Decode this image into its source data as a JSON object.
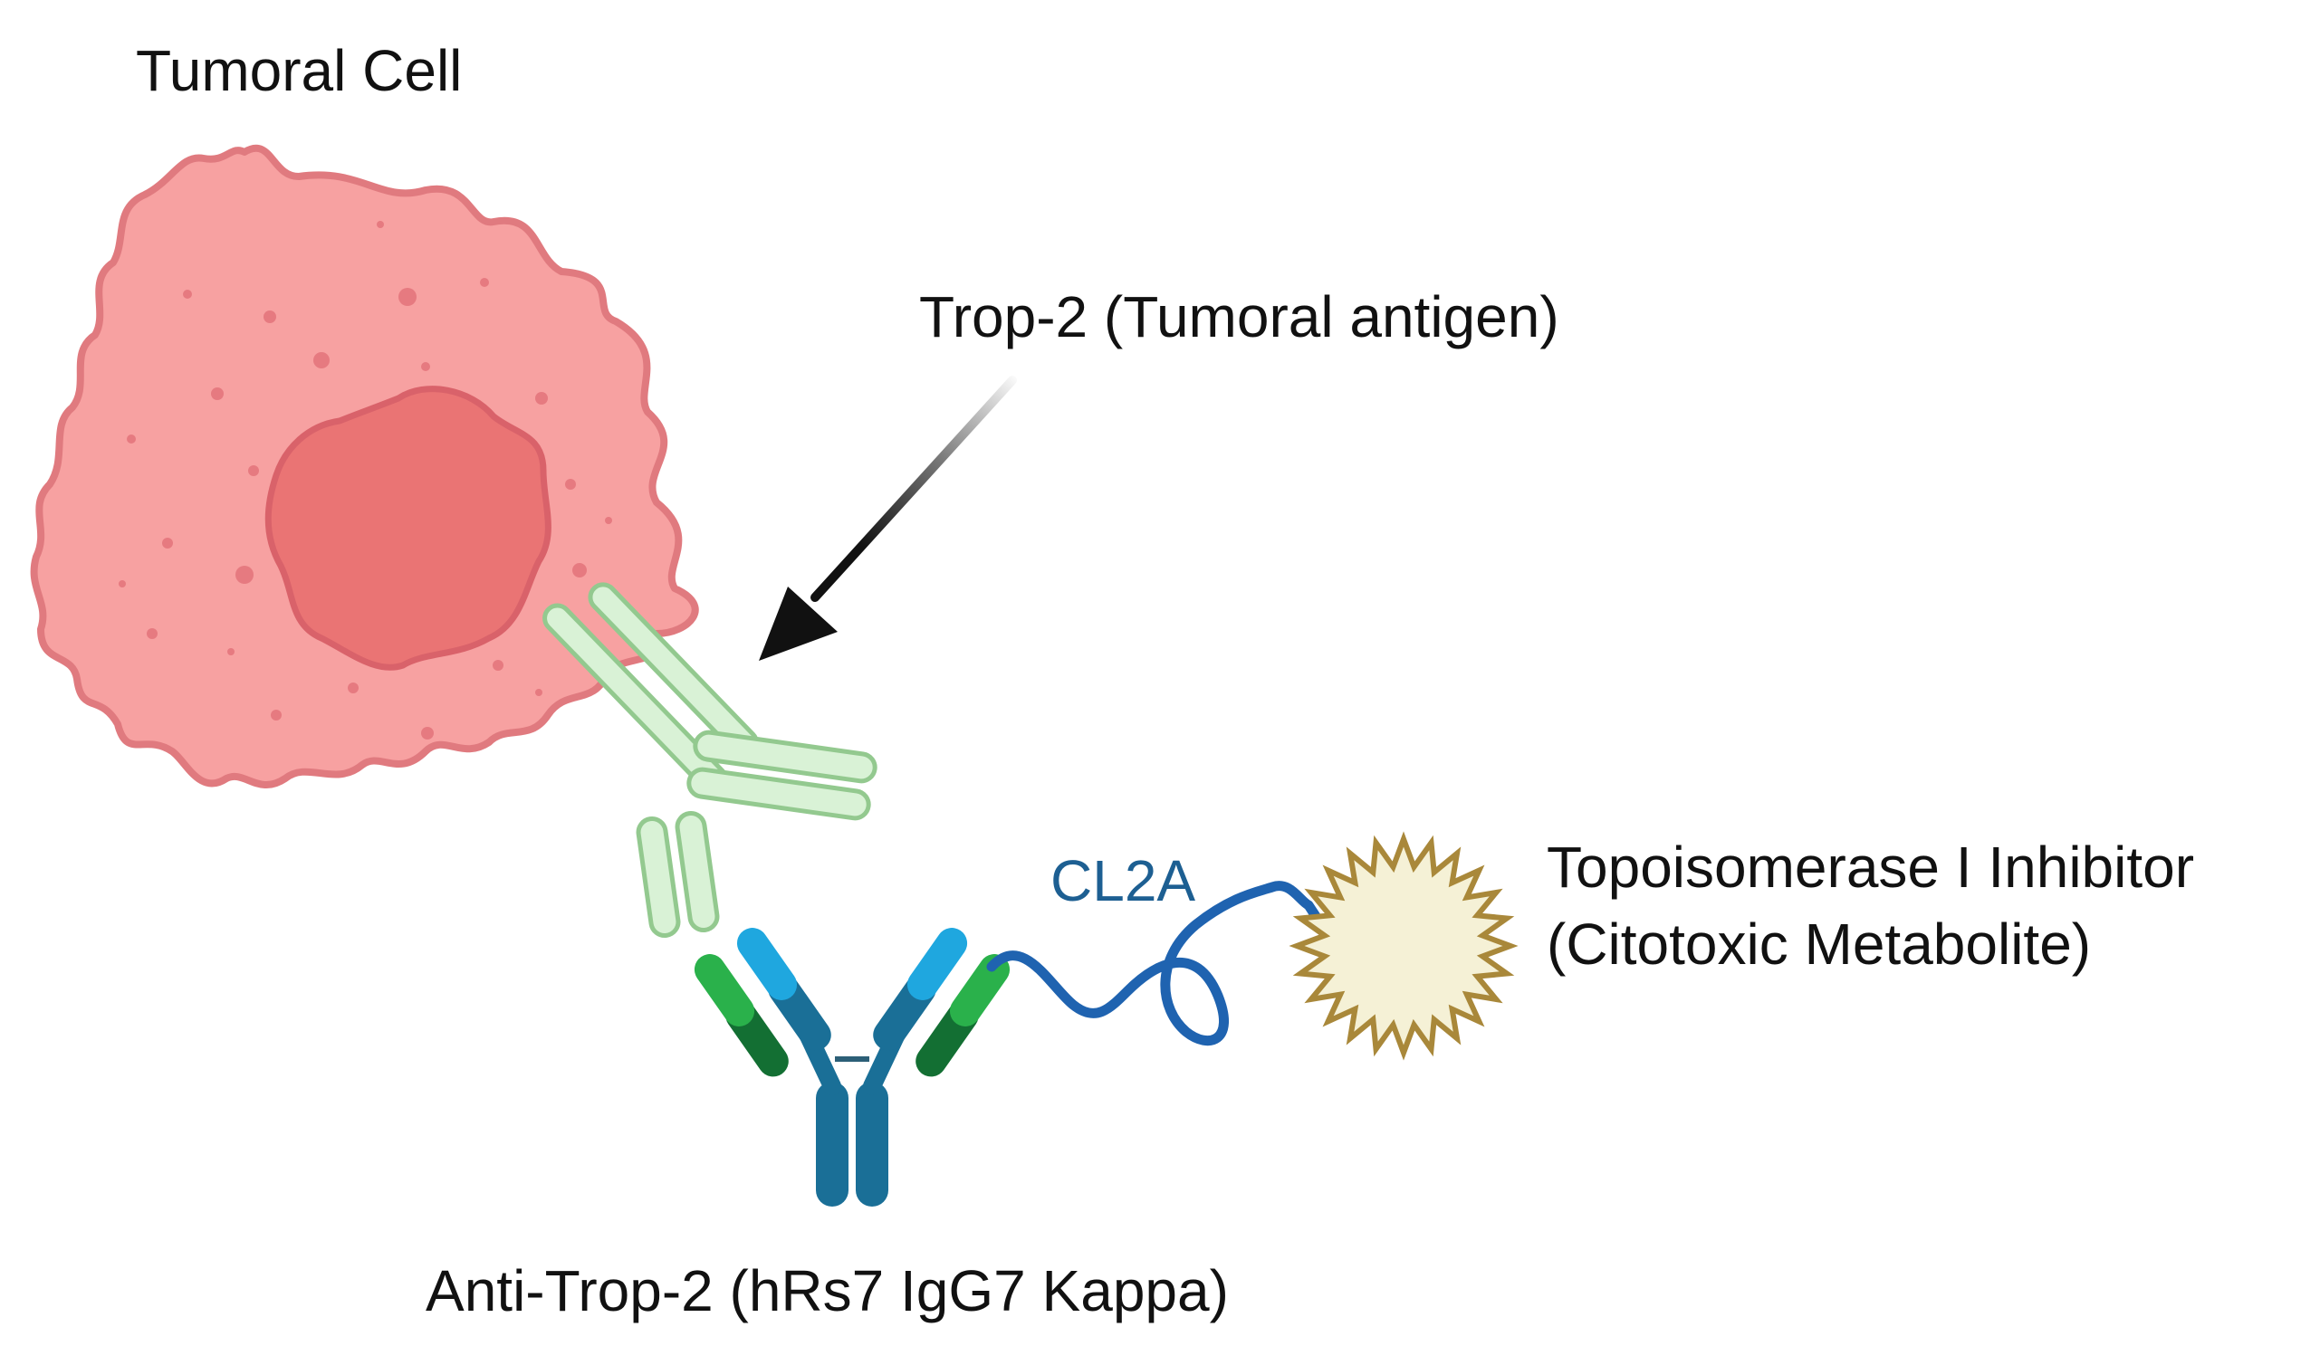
{
  "labels": {
    "tumoral_cell": "Tumoral Cell",
    "trop2": "Trop-2 (Tumoral antigen)",
    "linker": "CL2A",
    "payload_line1": "Topoisomerase I Inhibitor",
    "payload_line2": "(Citotoxic Metabolite)",
    "antibody": "Anti-Trop-2 (hRs7 IgG7 Kappa)"
  },
  "colors": {
    "cell_fill": "#f7a1a1",
    "cell_stroke": "#e07a7f",
    "nucleus_fill": "#ea7474",
    "nucleus_stroke": "#d9626a",
    "antigen_fill": "#d9f2d6",
    "antigen_stroke": "#93c98f",
    "antibody_dark": "#1a6f97",
    "antibody_light": "#1fa7df",
    "antibody_green_light": "#2ab14b",
    "antibody_green_dark": "#136f33",
    "linker": "#1f63b0",
    "linker_text": "#1d5f92",
    "payload_fill": "#f5f1d6",
    "payload_stroke": "#a9883a",
    "arrow": "#111111"
  }
}
